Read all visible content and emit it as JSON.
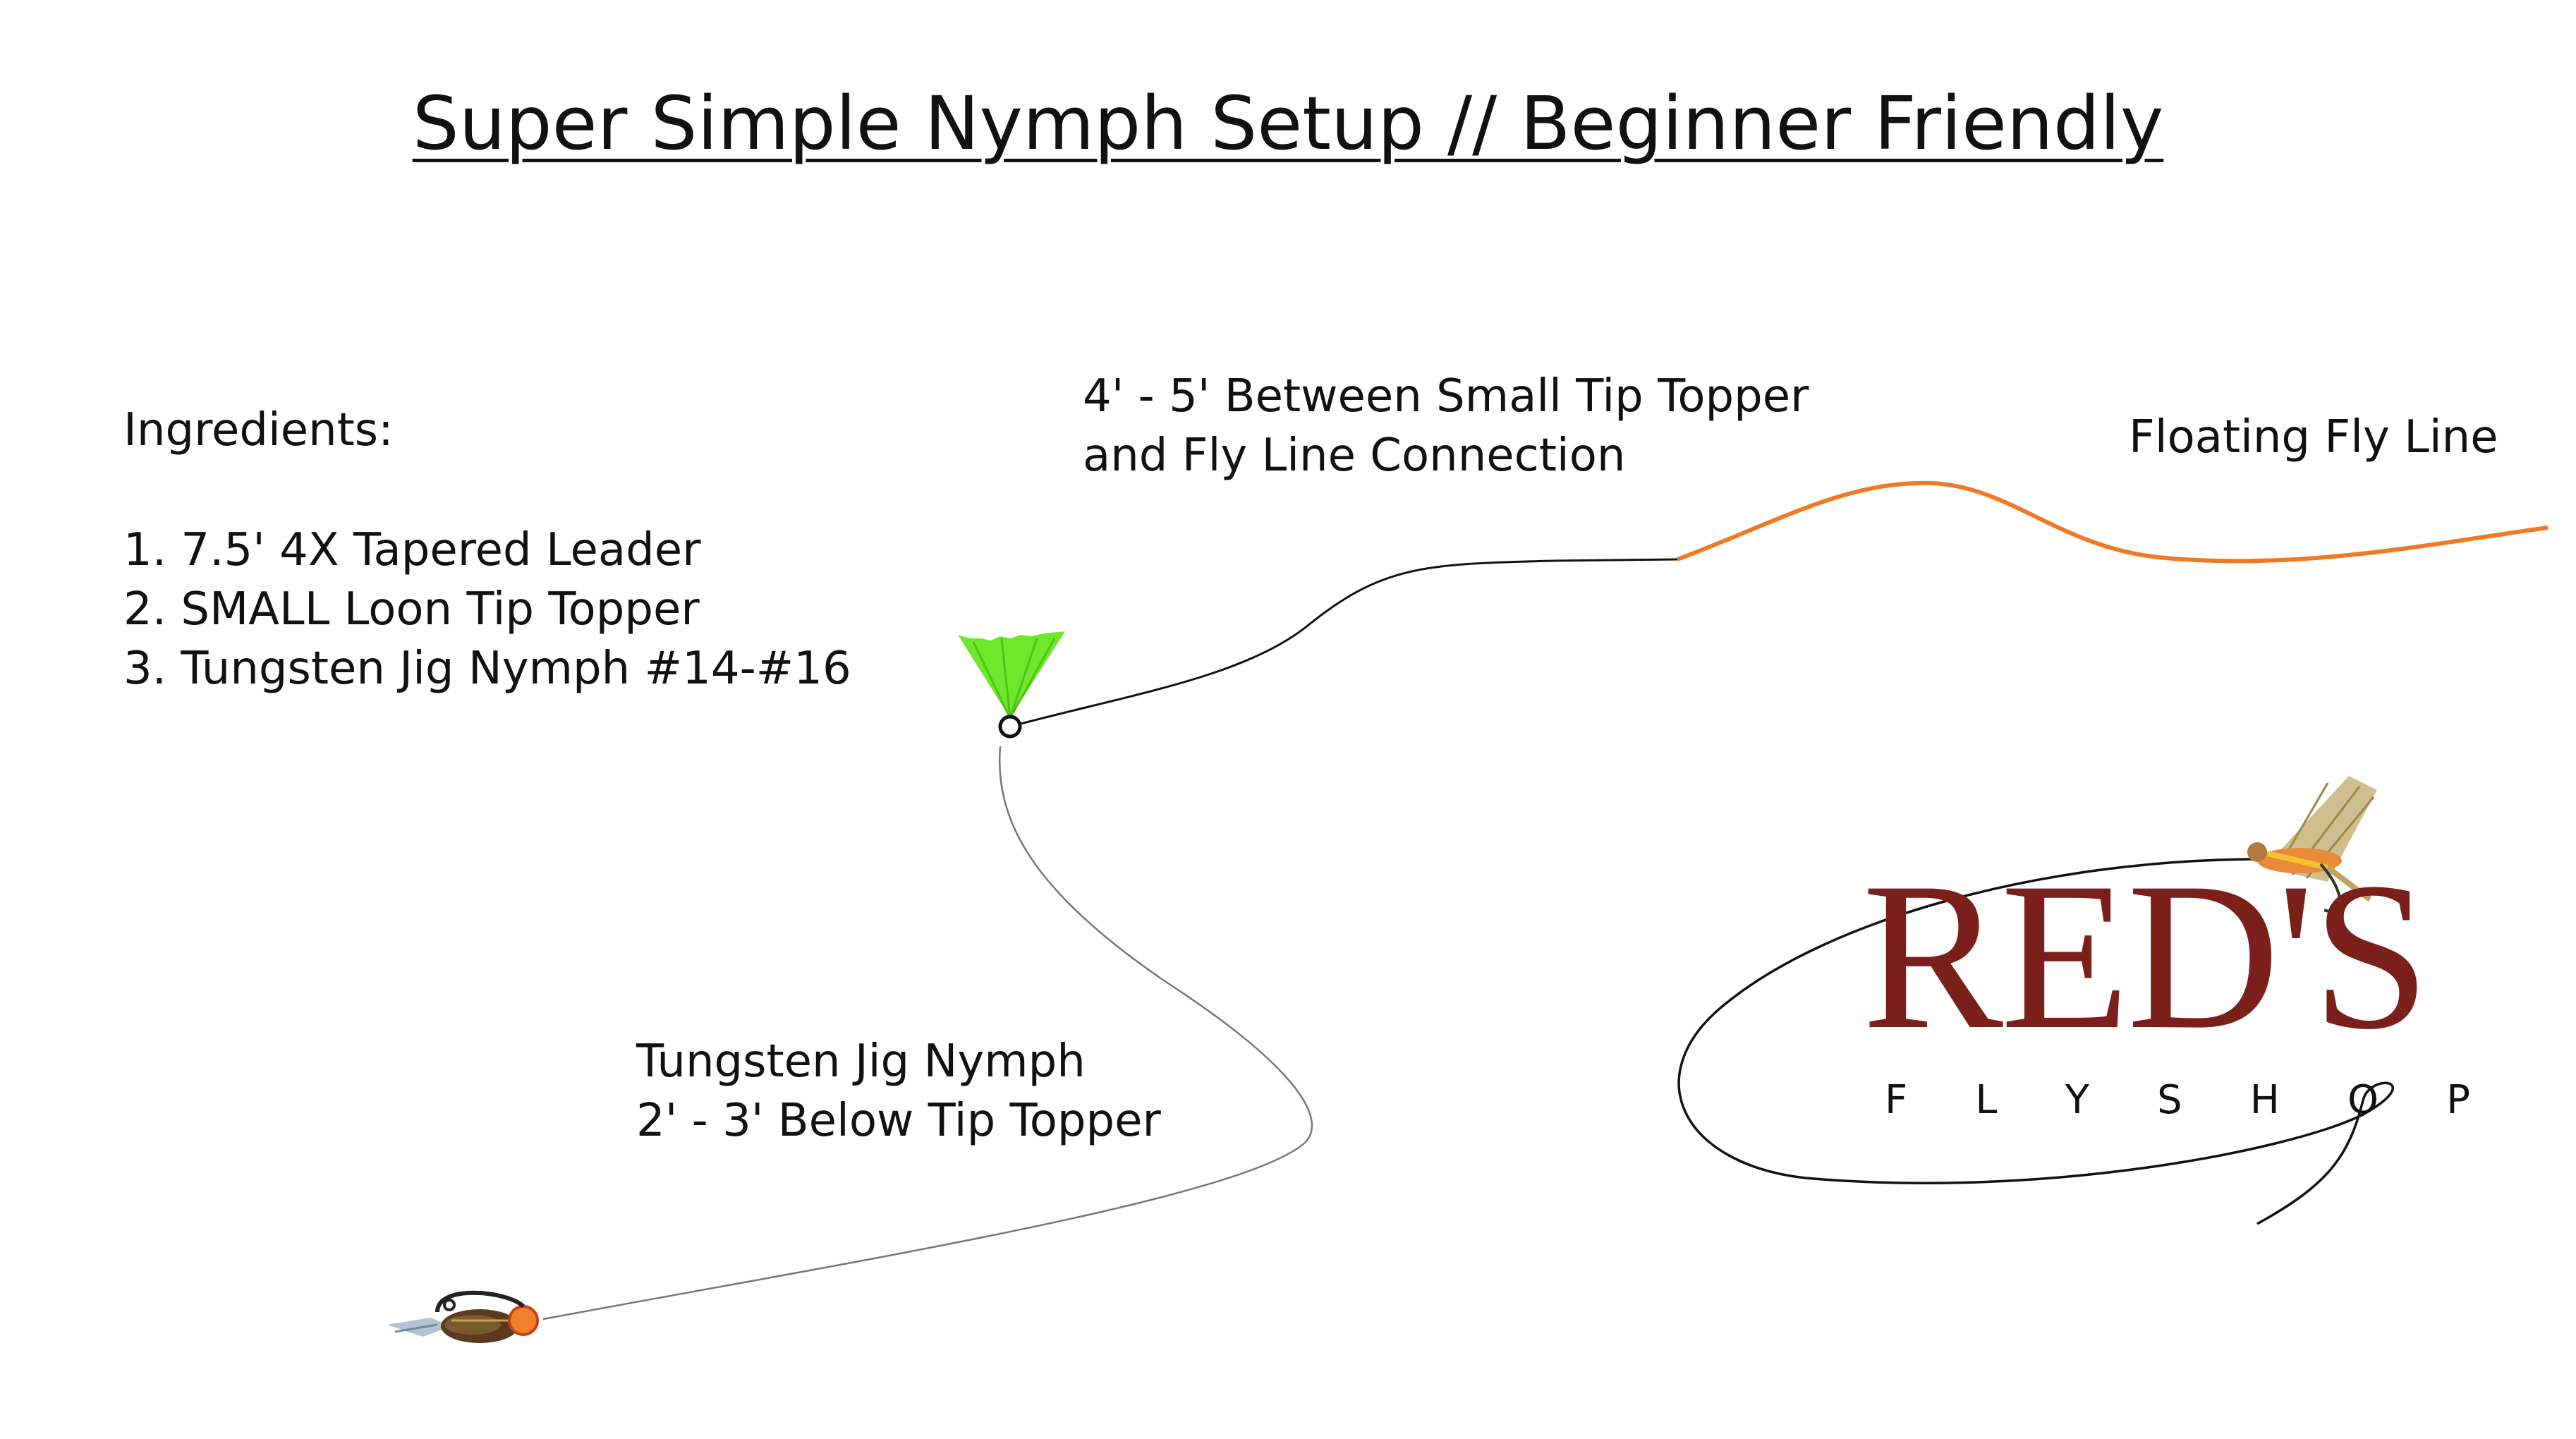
{
  "title": "Super Simple Nymph Setup // Beginner Friendly",
  "ingredients": {
    "heading": "Ingredients:",
    "items": [
      "1. 7.5' 4X Tapered Leader",
      "2. SMALL Loon Tip Topper",
      "3. Tungsten Jig Nymph #14-#16"
    ]
  },
  "labels": {
    "spacing_line1": "4' - 5' Between Small Tip Topper",
    "spacing_line2": "and Fly Line Connection",
    "fly_line": "Floating Fly Line",
    "nymph_line1": "Tungsten Jig Nymph",
    "nymph_line2": "2' - 3' Below Tip Topper"
  },
  "logo": {
    "word": "RED'S",
    "sub_letters": [
      "F",
      "L",
      "Y",
      "S",
      "H",
      "O",
      "P"
    ]
  },
  "colors": {
    "fly_line": "#ee7a25",
    "indicator": "#6ee82a",
    "leader": "#111111",
    "tippet": "#777777",
    "logo": "#7a1f1a"
  },
  "icons": [
    "tip-topper-indicator-icon",
    "jig-nymph-fly-icon",
    "dry-fly-icon"
  ]
}
